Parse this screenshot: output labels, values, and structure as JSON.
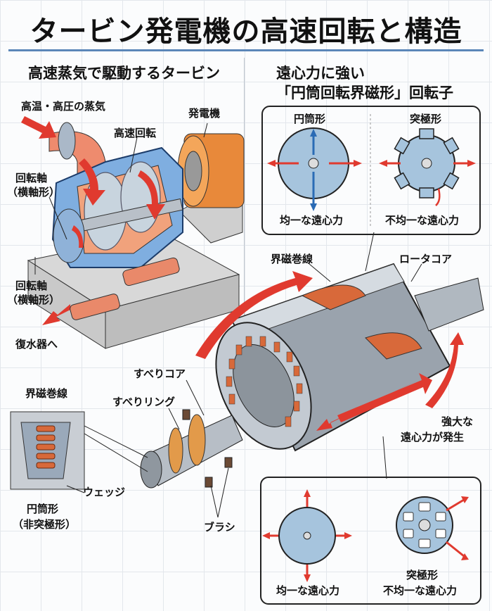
{
  "title": "タービン発電機の高速回転と構造",
  "left": {
    "heading": "高速蒸気で駆動するタービン",
    "labels": {
      "steam_in": "高温・高圧の蒸気",
      "generator": "発電機",
      "high_speed": "高速回転",
      "shaft1": "回転軸",
      "shaft1_sub": "（横軸形）",
      "shaft2": "回転軸",
      "shaft2_sub": "（横軸形）",
      "condenser": "復水器へ"
    }
  },
  "right": {
    "heading_line1": "遠心力に強い",
    "heading_line2": "「円筒回転界磁形」回転子",
    "top_box": {
      "cyl_title": "円筒形",
      "cyl_caption": "均一な遠心力",
      "salient_title": "突極形",
      "salient_caption": "不均一な遠心力"
    }
  },
  "rotor": {
    "field_winding": "界磁巻線",
    "rotor_core": "ロータコア",
    "slip_core": "すべりコア",
    "slip_ring": "すべりリング",
    "brush": "ブラシ",
    "strong_force_1": "強大な",
    "strong_force_2": "遠心力が発生"
  },
  "inset": {
    "field_winding": "界磁巻線",
    "wedge": "ウェッジ",
    "type": "円筒形",
    "type_sub": "（非突極形）"
  },
  "bottom_box": {
    "left_caption": "均一な遠心力",
    "right_title": "突極形",
    "right_caption": "不均一な遠心力"
  },
  "colors": {
    "accent_red": "#e03a2f",
    "steel_blue": "#9dbbd6",
    "copper": "#d8693a",
    "rule_blue": "#5b86b8"
  }
}
